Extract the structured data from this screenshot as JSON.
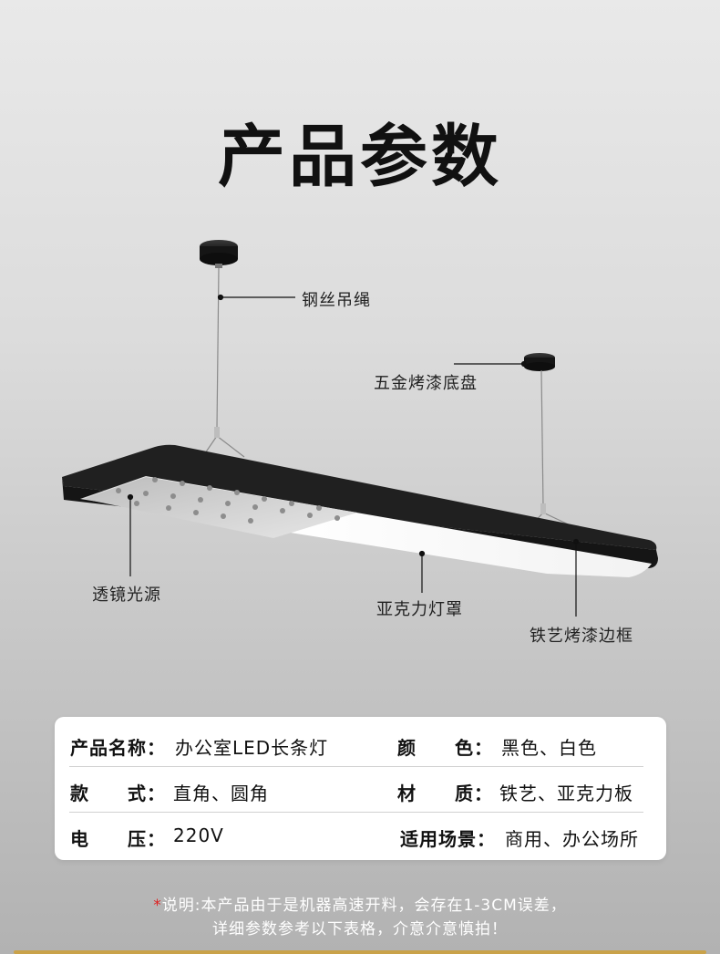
{
  "title": "产品参数",
  "callouts": {
    "steel_wire": "钢丝吊绳",
    "base_plate": "五金烤漆底盘",
    "lens_source": "透镜光源",
    "acrylic_cover": "亚克力灯罩",
    "iron_frame": "铁艺烤漆边框"
  },
  "specs": {
    "name_label": "产品名称：",
    "name_value": "办公室LED长条灯",
    "color_label": "颜　　色：",
    "color_value": "黑色、白色",
    "style_label": "款　　式：",
    "style_value": "直角、圆角",
    "material_label": "材　　质：",
    "material_value": "铁艺、亚克力板",
    "voltage_label": "电　　压：",
    "voltage_value": "220V",
    "scene_label": "适用场景：",
    "scene_value": "商用、办公场所"
  },
  "note": {
    "star": "*",
    "line1": "说明:本产品由于是机器高速开料，会存在1-3CM误差，",
    "line2": "详细参数参考以下表格，介意介意慎拍！"
  },
  "colors": {
    "frame": "#1c1c1c",
    "diffuser": "#f4f4f4",
    "accent_star": "#dd2222"
  }
}
